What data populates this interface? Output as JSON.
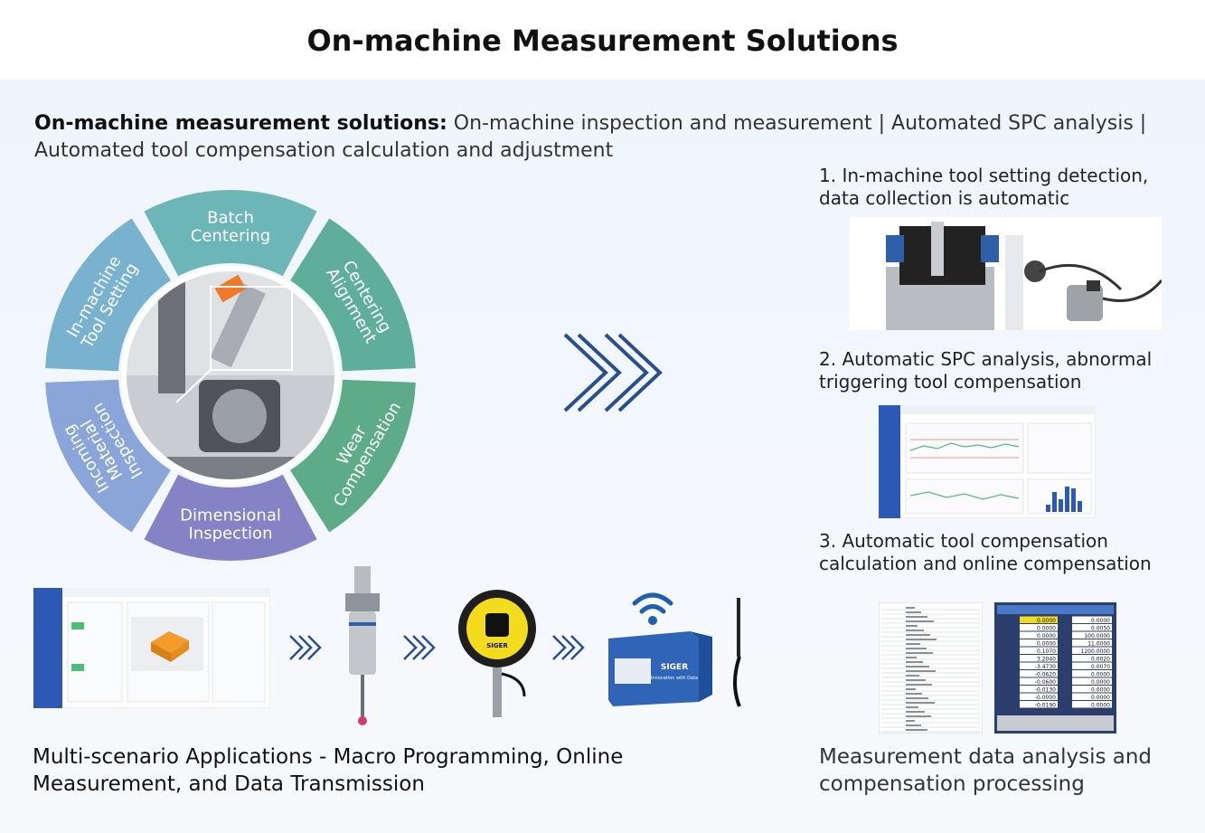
{
  "title": "On-machine Measurement Solutions",
  "intro": {
    "label": "On-machine measurement solutions:",
    "text": " On-machine inspection and measurement | Automated SPC analysis | Automated tool compensation calculation and adjustment"
  },
  "wheel": {
    "segments": [
      {
        "lines": [
          "Incoming",
          "Material",
          "Inspection"
        ],
        "color": "#8aa5d8"
      },
      {
        "lines": [
          "In-machine",
          "Tool Setting"
        ],
        "color": "#78b2cf"
      },
      {
        "lines": [
          "Batch",
          "Centering"
        ],
        "color": "#6cb6b8"
      },
      {
        "lines": [
          "Centering",
          "Alignment"
        ],
        "color": "#5fae9a"
      },
      {
        "lines": [
          "Wear",
          "Compensation"
        ],
        "color": "#5dab87"
      },
      {
        "lines": [
          "Dimensional",
          "Inspection"
        ],
        "color": "#8383c6"
      }
    ]
  },
  "steps": [
    {
      "text": "1. In-machine tool setting detection, data collection is automatic"
    },
    {
      "text": "2. Automatic SPC analysis, abnormal triggering tool compensation"
    },
    {
      "text": "3. Automatic tool compensation calculation and online compensation"
    }
  ],
  "device_labels": {
    "receiver_brand": "SIGER",
    "gateway_brand": "SIGER",
    "gateway_slogan": "Innovation with Data"
  },
  "cnc_values": [
    "0.0000",
    "0.0000",
    "0.0000",
    "0.0000",
    "0.1070",
    "3.2040",
    "-3.4730",
    "-0.0620",
    "-0.0600",
    "-0.0130",
    "-0.0000",
    "-0.0190"
  ],
  "cnc_right_values": [
    "0.0000",
    "0.0050",
    "100.0000",
    "11.0000",
    "1200.0000",
    "0.0020",
    "0.0070",
    "0.0000",
    "0.0000",
    "0.0000",
    "0.0000",
    "0.0000"
  ],
  "captions": {
    "left": "Multi-scenario Applications - Macro Programming, Online Measurement, and Data Transmission",
    "right": "Measurement data analysis and compensation processing"
  },
  "colors": {
    "arrow": "#2a4f8f",
    "accent": "#1f5fb0"
  }
}
